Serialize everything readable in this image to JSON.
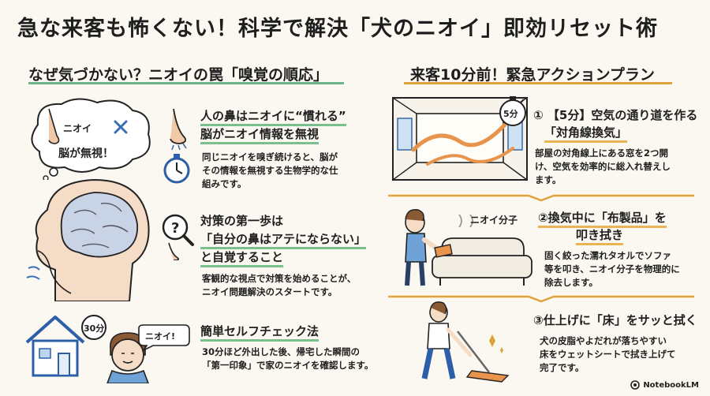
{
  "title": "急な来客も怖くない！科学で解決「犬のニオイ」即効リセット術",
  "left_section": {
    "title": "なぜ気づかない？ニオイの罠「嗅覚の順応」",
    "bubble": {
      "label1": "ニオイ",
      "label2": "脳が無視！"
    },
    "item1": {
      "line1": "人の鼻はニオイに“慣れる”",
      "line2": "脳がニオイ情報を無視",
      "body": [
        "同じニオイを嗅ぎ続けると、脳が",
        "その情報を無視する生物学的な仕",
        "組みです。"
      ]
    },
    "item2": {
      "line1": "対策の第一歩は",
      "line2": "「自分の鼻はアテにならない」",
      "line3": "と自覚すること",
      "body": [
        "客観的な視点で対策を始めることが、",
        "ニオイ問題解決のスタートです。"
      ]
    },
    "item3": {
      "line1": "簡単セルフチェック法",
      "body": [
        "30分ほど外出した後、帰宅した瞬間の",
        "「第一印象」で家のニオイを確認します。"
      ],
      "timer_label": "30分",
      "speech": "ニオイ!"
    }
  },
  "right_section": {
    "title": "来客10分前！緊急アクションプラン",
    "step1": {
      "line1": "① 【5分】空気の通り道を作る",
      "line2": "「対角線換気」",
      "body": [
        "部屋の対角線上にある窓を2つ開",
        "け、空気を効率的に総入れ替えし",
        "ます。"
      ],
      "timer_label": "5分"
    },
    "step2": {
      "line1": "②換気中に「布製品」を",
      "line2": "叩き拭き",
      "tag": "ニオイ分子",
      "body": [
        "固く絞った濡れタオルでソファ",
        "等を叩き、ニオイ分子を物理的に",
        "除去します。"
      ]
    },
    "step3": {
      "line1": "③仕上げに「床」をサッと拭く",
      "body": [
        "犬の皮脂やよだれが落ちやすい",
        "床をウェットシートで拭き上げて",
        "完了です。"
      ]
    }
  },
  "brand": "NotebookLM",
  "colors": {
    "green": "#79c08f",
    "orange": "#e9b455",
    "blue": "#3b6fb5",
    "skin": "#f2c9a8",
    "background": "#fbf8f1"
  }
}
